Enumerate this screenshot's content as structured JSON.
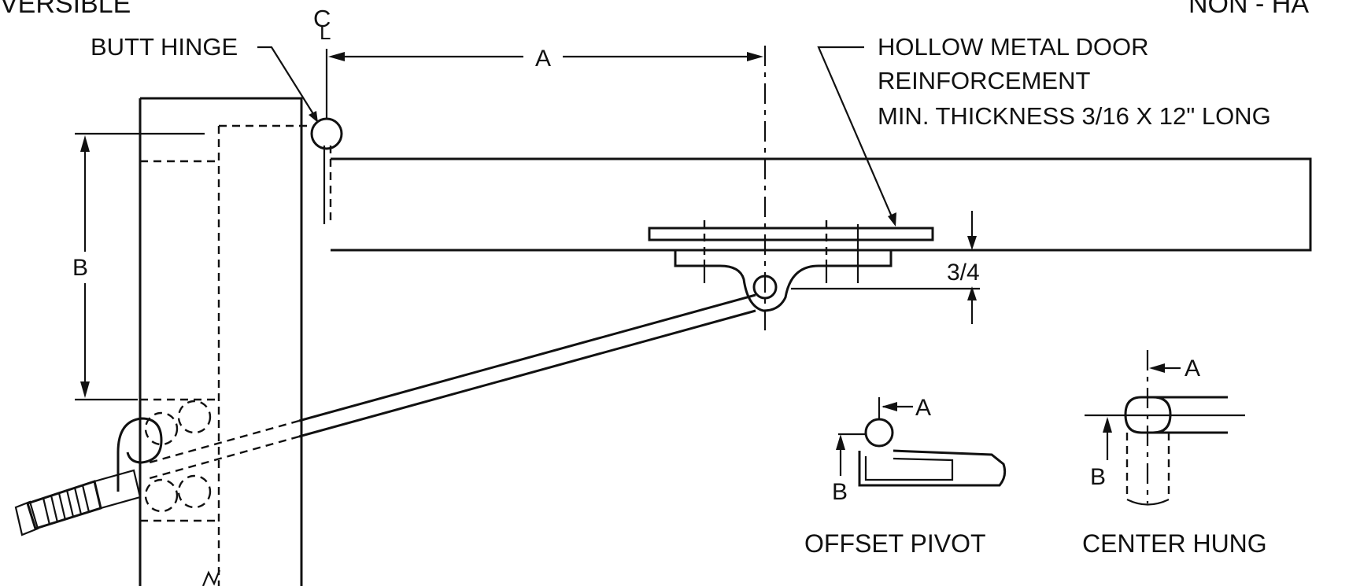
{
  "header": {
    "left_title": "VERSIBLE",
    "right_title": "NON - HA"
  },
  "labels": {
    "butt_hinge": "BUTT HINGE",
    "centerline": "C",
    "centerline_sub": "L",
    "reinforcement_line1": "HOLLOW METAL DOOR",
    "reinforcement_line2": "REINFORCEMENT",
    "reinforcement_line3": "MIN. THICKNESS 3/16 X 12\" LONG"
  },
  "dimensions": {
    "a": "A",
    "b": "B",
    "three_quarter": "3/4"
  },
  "details": {
    "offset_pivot": {
      "caption": "OFFSET PIVOT",
      "a": "A",
      "b": "B"
    },
    "center_hung": {
      "caption": "CENTER HUNG",
      "a": "A",
      "b": "B"
    }
  },
  "colors": {
    "ink": "#111111",
    "paper": "#ffffff"
  }
}
